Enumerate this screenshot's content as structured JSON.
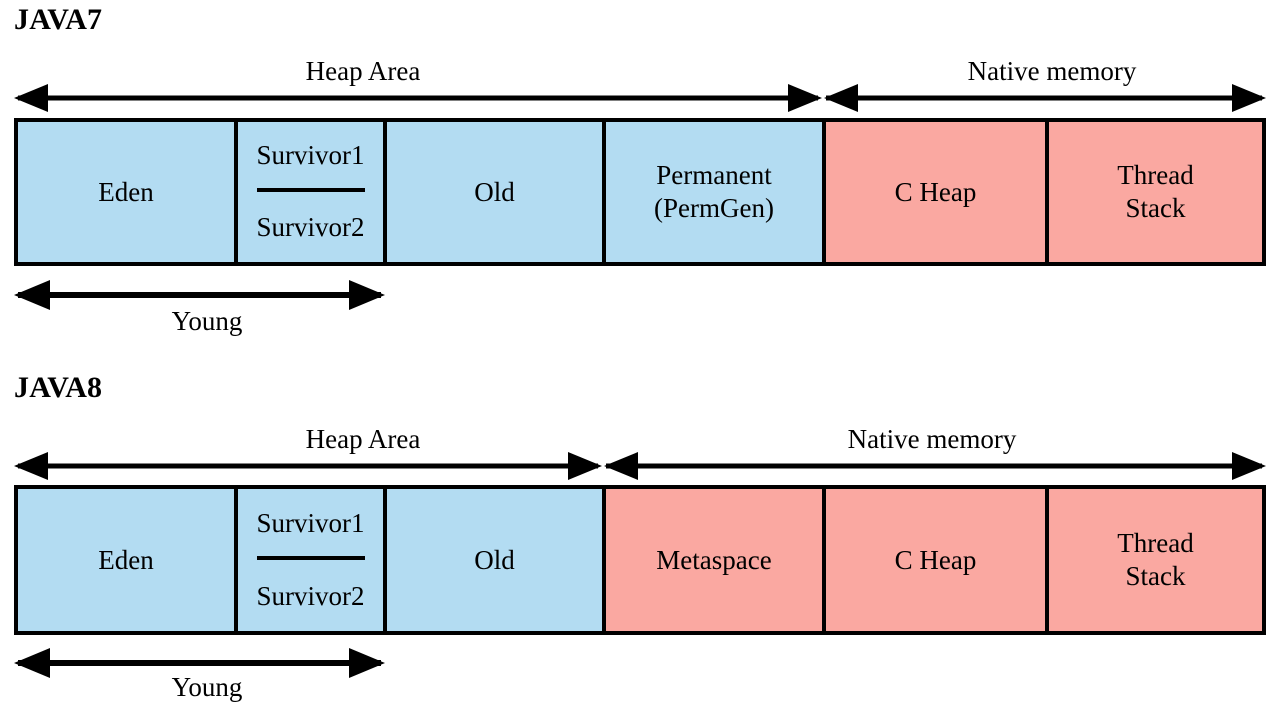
{
  "diagram": {
    "title_note": "JVM memory layout comparison",
    "colors": {
      "heap_blue": "#b3dcf2",
      "native_salmon": "#faa8a1",
      "outline": "#000000",
      "background": "#ffffff"
    }
  },
  "sections": [
    {
      "title": "JAVA7",
      "spans": [
        {
          "label": "Heap Area",
          "kind": "double-arrow"
        },
        {
          "label": "Native memory",
          "kind": "double-arrow"
        }
      ],
      "regions": [
        {
          "name": "Eden",
          "label": "Eden",
          "color": "heap_blue"
        },
        {
          "name": "Survivor",
          "label_top": "Survivor1",
          "label_bottom": "Survivor2",
          "color": "heap_blue"
        },
        {
          "name": "Old",
          "label": "Old",
          "color": "heap_blue"
        },
        {
          "name": "Permanent",
          "label_line1": "Permanent",
          "label_line2": "(PermGen)",
          "color": "heap_blue"
        },
        {
          "name": "C Heap",
          "label": "C Heap",
          "color": "native_salmon"
        },
        {
          "name": "Thread Stack",
          "label_line1": "Thread",
          "label_line2": "Stack",
          "color": "native_salmon"
        }
      ],
      "young_label": "Young"
    },
    {
      "title": "JAVA8",
      "spans": [
        {
          "label": "Heap Area",
          "kind": "double-arrow"
        },
        {
          "label": "Native memory",
          "kind": "double-arrow"
        }
      ],
      "regions": [
        {
          "name": "Eden",
          "label": "Eden",
          "color": "heap_blue"
        },
        {
          "name": "Survivor",
          "label_top": "Survivor1",
          "label_bottom": "Survivor2",
          "color": "heap_blue"
        },
        {
          "name": "Old",
          "label": "Old",
          "color": "heap_blue"
        },
        {
          "name": "Metaspace",
          "label": "Metaspace",
          "color": "native_salmon"
        },
        {
          "name": "C Heap",
          "label": "C Heap",
          "color": "native_salmon"
        },
        {
          "name": "Thread Stack",
          "label_line1": "Thread",
          "label_line2": "Stack",
          "color": "native_salmon"
        }
      ],
      "young_label": "Young"
    }
  ]
}
